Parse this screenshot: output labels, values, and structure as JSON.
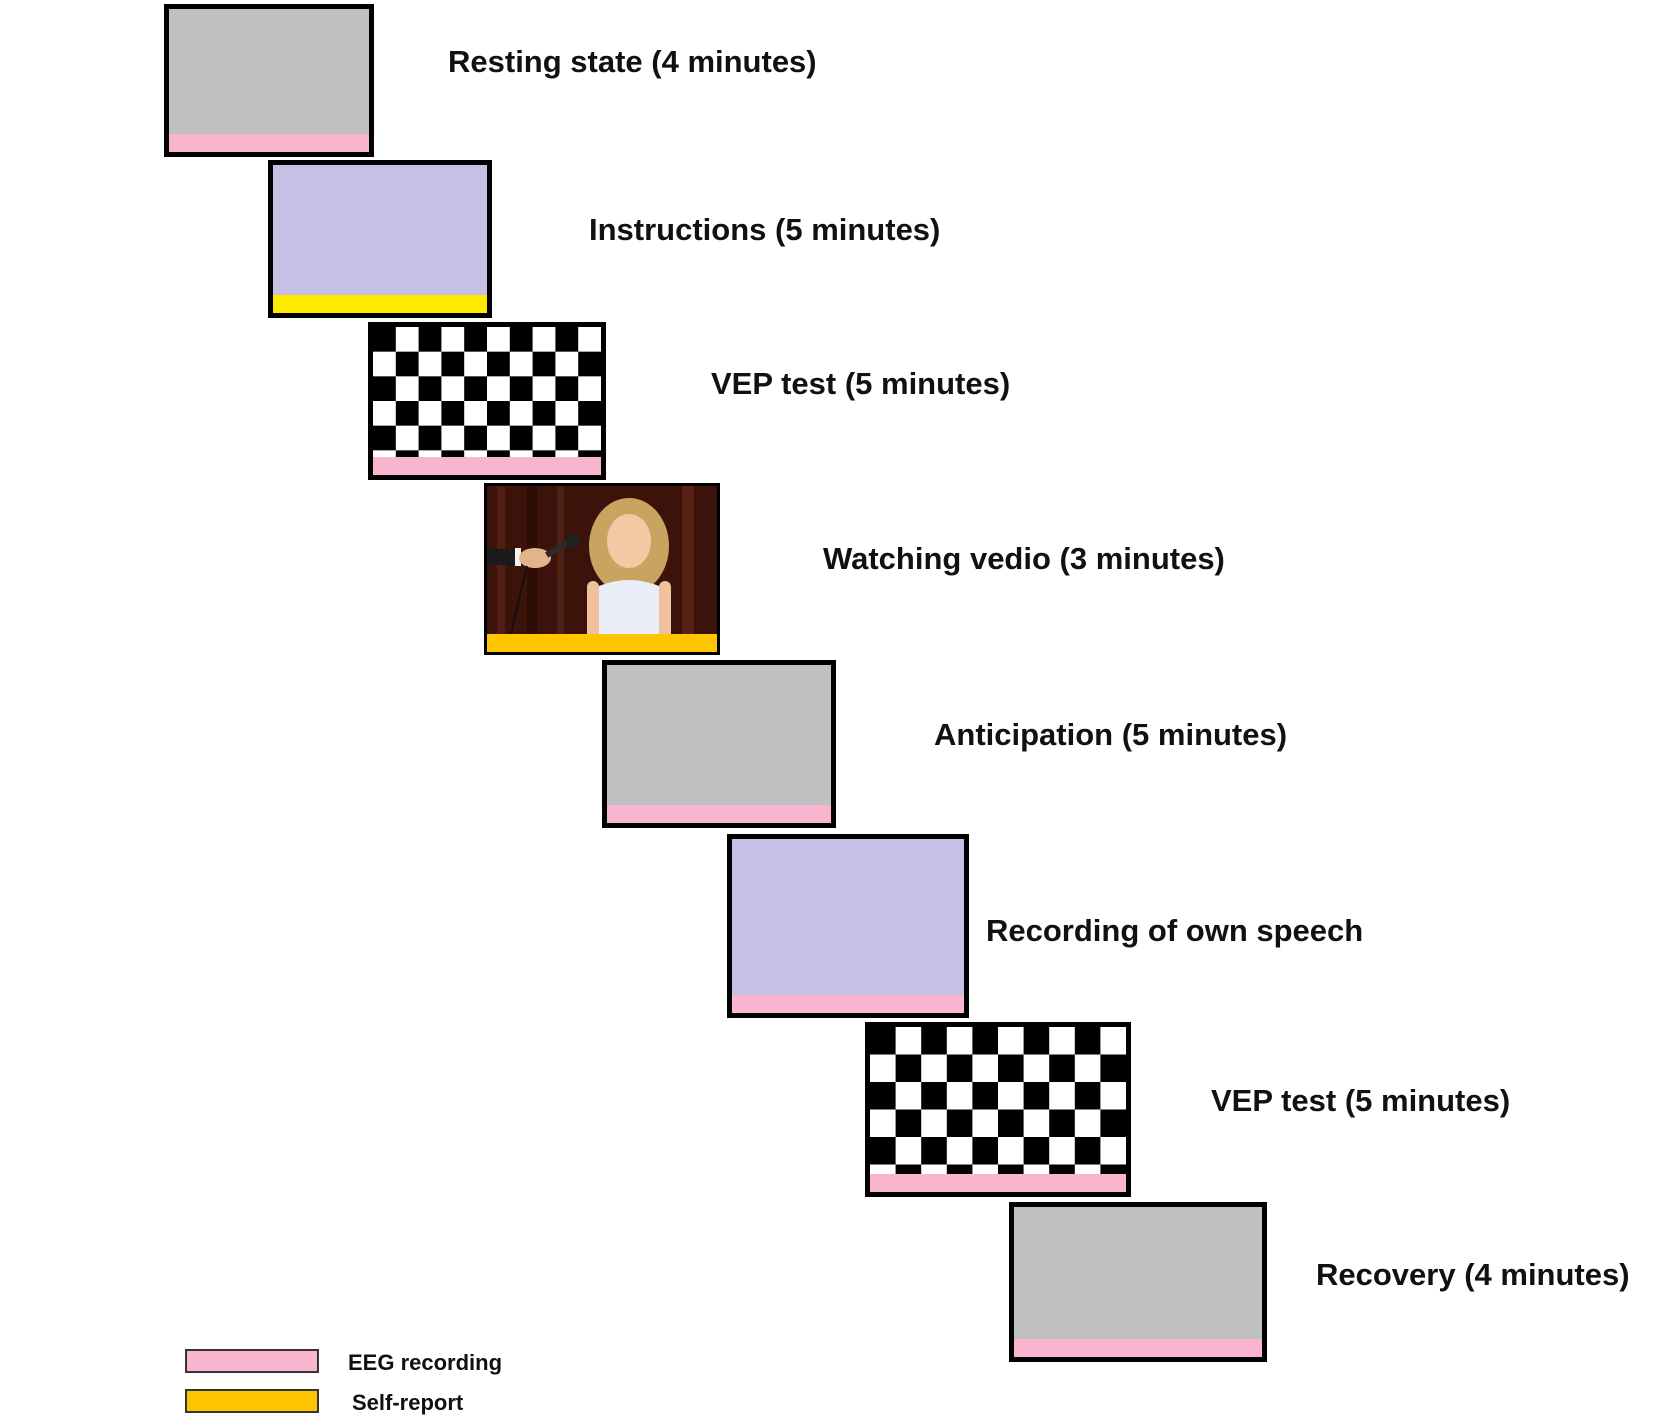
{
  "stages": [
    {
      "label": "Resting state (4 minutes)",
      "screen": "gray",
      "bar": "eeg"
    },
    {
      "label": "Instructions (5 minutes)",
      "screen": "lavender",
      "bar": "self_report_yellow"
    },
    {
      "label": "VEP test (5 minutes)",
      "screen": "checkerboard",
      "bar": "eeg"
    },
    {
      "label": "Watching vedio (3 minutes)",
      "screen": "photo",
      "bar": "self_report"
    },
    {
      "label": "Anticipation (5 minutes)",
      "screen": "gray",
      "bar": "eeg"
    },
    {
      "label": "Recording of own speech",
      "screen": "lavender",
      "bar": "eeg"
    },
    {
      "label": "VEP test (5 minutes)",
      "screen": "checkerboard",
      "bar": "eeg"
    },
    {
      "label": "Recovery (4 minutes)",
      "screen": "gray",
      "bar": "eeg"
    }
  ],
  "legend": {
    "eeg": {
      "label": "EEG recording",
      "color": "#f9b4cf"
    },
    "self_report": {
      "label": "Self-report",
      "color": "#ffc400"
    }
  },
  "colors": {
    "gray_screen": "#c0c0c0",
    "lavender_screen": "#c6bfe6",
    "self_report_yellow": "#ffeb00"
  }
}
